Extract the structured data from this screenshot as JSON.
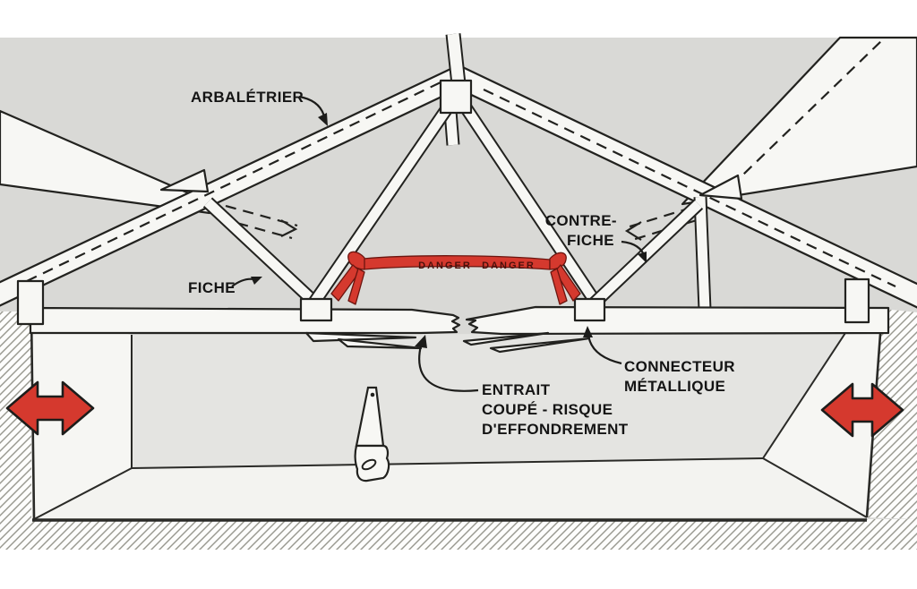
{
  "diagram": {
    "labels": {
      "arbaletrier": "ARBALÉTRIER",
      "fiche": "FICHE",
      "contre_fiche": [
        "CONTRE-",
        "FICHE"
      ],
      "entrait": [
        "ENTRAIT",
        "COUPÉ - RISQUE",
        "D'EFFONDREMENT"
      ],
      "connecteur": [
        "CONNECTEUR",
        "MÉTALLIQUE"
      ],
      "danger": "DANGER"
    },
    "colors": {
      "page_background": "#ffffff",
      "attic_background": "#d9d9d6",
      "line": "#22221f",
      "beam_fill": "#f7f7f4",
      "red": "#d5392e",
      "ribbon_text": "#4a100b",
      "back_wall": "#e4e4e1",
      "floor": "#f3f3f0",
      "hatch_line": "#98988f"
    }
  }
}
